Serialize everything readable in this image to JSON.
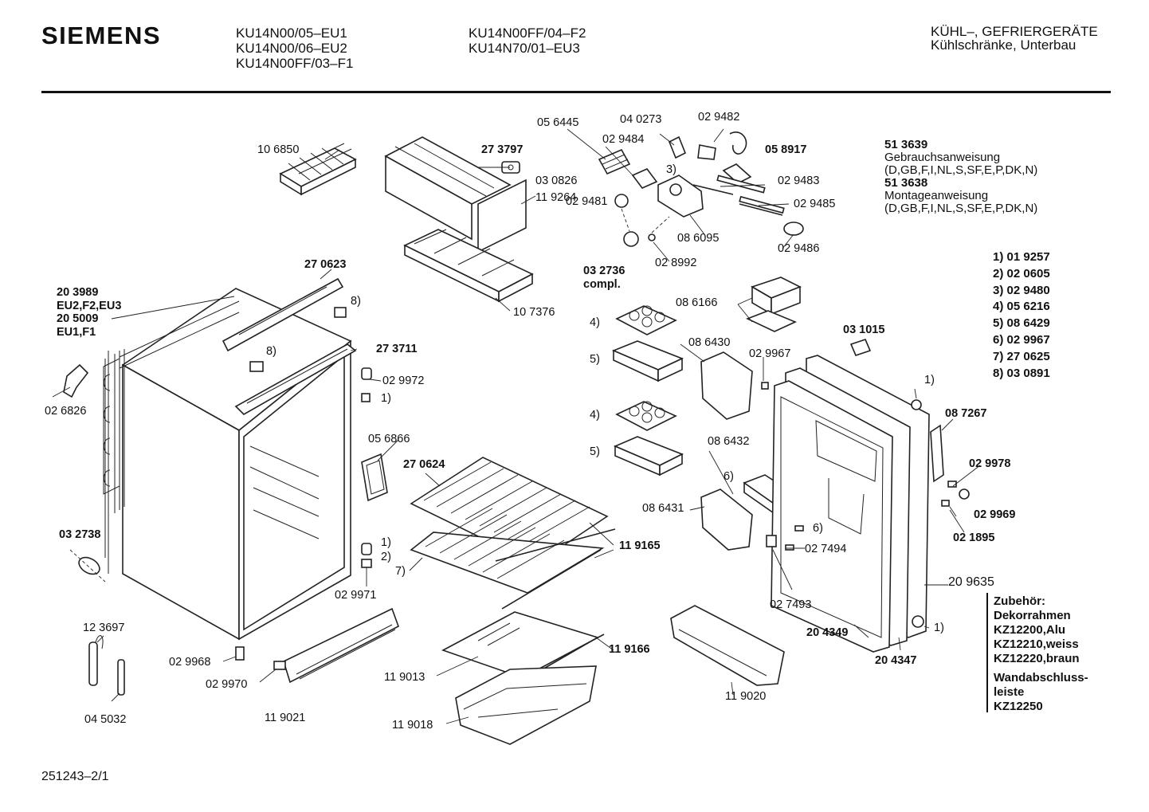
{
  "header": {
    "brand": "SIEMENS",
    "models_col1": [
      "KU14N00/05–EU1",
      "KU14N00/06–EU2",
      "KU14N00FF/03–F1"
    ],
    "models_col2": [
      "KU14N00FF/04–F2",
      "KU14N70/01–EU3"
    ],
    "category": "KÜHL–, GEFRIERGERÄTE",
    "subcategory": "Kühlschränke, Unterbau"
  },
  "docs": {
    "gebrauch_no": "51 3639",
    "gebrauch_title": "Gebrauchsanweisung",
    "gebrauch_lang": "(D,GB,F,I,NL,S,SF,E,P,DK,N)",
    "montage_no": "51 3638",
    "montage_title": "Montageanweisung",
    "montage_lang": "(D,GB,F,I,NL,S,SF,E,P,DK,N)"
  },
  "legend": [
    "1) 01 9257",
    "2) 02 0605",
    "3) 02 9480",
    "4) 05 6216",
    "5) 08 6429",
    "6) 02 9967",
    "7) 27 0625",
    "8) 03 0891"
  ],
  "accessories": {
    "title": "Zubehör:",
    "items": [
      "Dekorrahmen",
      "KZ12200,Alu",
      "KZ12210,weiss",
      "KZ12220,braun"
    ],
    "wall_title_1": "Wandabschluss-",
    "wall_title_2": "leiste",
    "wall_item": "KZ12250"
  },
  "parts": {
    "p106850": "10 6850",
    "p273797": "27 3797",
    "p030826": "03 0826",
    "p119264": "11 9264",
    "p107376": "10 7376",
    "p056445": "05 6445",
    "p040273": "04 0273",
    "p029482": "02 9482",
    "p029484": "02 9484",
    "p058917": "05 8917",
    "p3": "3)",
    "p029483": "02 9483",
    "p029485": "02 9485",
    "p029481": "02 9481",
    "p086095": "08 6095",
    "p029486": "02 9486",
    "p032736": "03 2736",
    "p_compl": "compl.",
    "p028992": "02 8992",
    "p270623": "27 0623",
    "p203989": "20 3989",
    "p_eu2": "EU2,F2,EU3",
    "p205009": "20 5009",
    "p_eu1": "EU1,F1",
    "p8a": "8)",
    "p8b": "8)",
    "p273711": "27 3711",
    "p029972": "02 9972",
    "p1a": "1)",
    "p026826": "02 6826",
    "p056866": "05 6866",
    "p270624": "27 0624",
    "p032738": "03 2738",
    "p1b": "1)",
    "p2": "2)",
    "p029971": "02 9971",
    "p7": "7)",
    "p119165": "11 9165",
    "p123697": "12 3697",
    "p045032": "04 5032",
    "p029968": "02 9968",
    "p029970": "02 9970",
    "p119021": "11 9021",
    "p119013": "11 9013",
    "p119166": "11 9166",
    "p119018": "11 9018",
    "p119020": "11 9020",
    "p086166": "08 6166",
    "p4a": "4)",
    "p5a": "5)",
    "p086430": "08 6430",
    "p029967": "02 9967",
    "p031015": "03 1015",
    "p1c": "1)",
    "p087267": "08 7267",
    "p4b": "4)",
    "p5b": "5)",
    "p086432": "08 6432",
    "p6a": "6)",
    "p086431": "08 6431",
    "p6b": "6)",
    "p029978": "02 9978",
    "p029969": "02 9969",
    "p021895": "02 1895",
    "p027494": "02 7494",
    "p209635": "20 9635",
    "p027493": "02 7493",
    "p204349": "20 4349",
    "p204347": "20 4347",
    "p1d": "1)"
  },
  "footer": {
    "code": "251243–2/1"
  }
}
